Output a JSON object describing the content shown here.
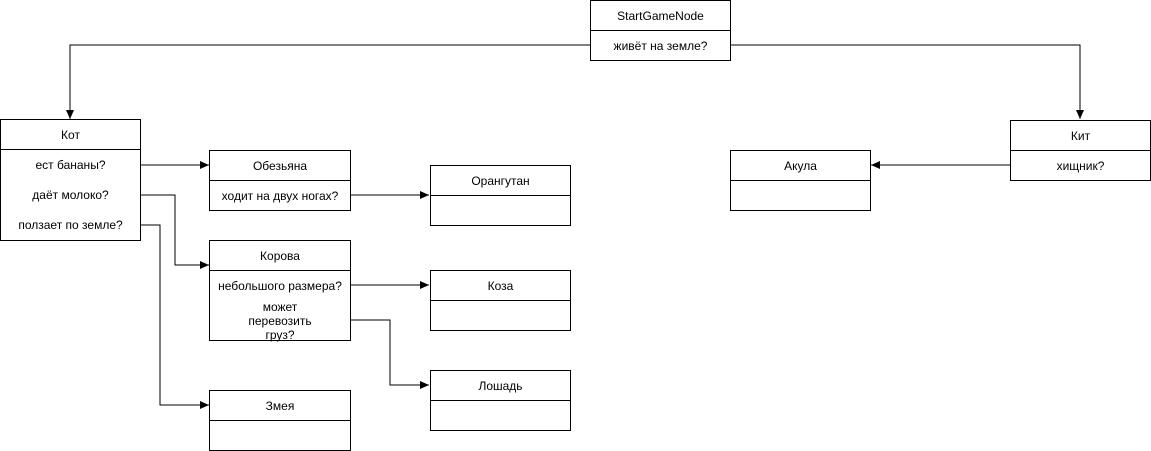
{
  "nodes": {
    "start": {
      "title": "StartGameNode",
      "question": "живёт на земле?"
    },
    "cat": {
      "title": "Кот",
      "questions": [
        "ест бананы?",
        "даёт молоко?",
        "ползает по земле?"
      ]
    },
    "monkey": {
      "title": "Обезьяна",
      "question": "ходит на двух ногах?"
    },
    "orangutan": {
      "title": "Орангутан"
    },
    "cow": {
      "title": "Корова",
      "questions": [
        "небольшого размера?",
        "может перевозить груз?"
      ]
    },
    "goat": {
      "title": "Коза"
    },
    "horse": {
      "title": "Лошадь"
    },
    "snake": {
      "title": "Змея"
    },
    "whale": {
      "title": "Кит",
      "question": "хищник?"
    },
    "shark": {
      "title": "Акула"
    }
  }
}
